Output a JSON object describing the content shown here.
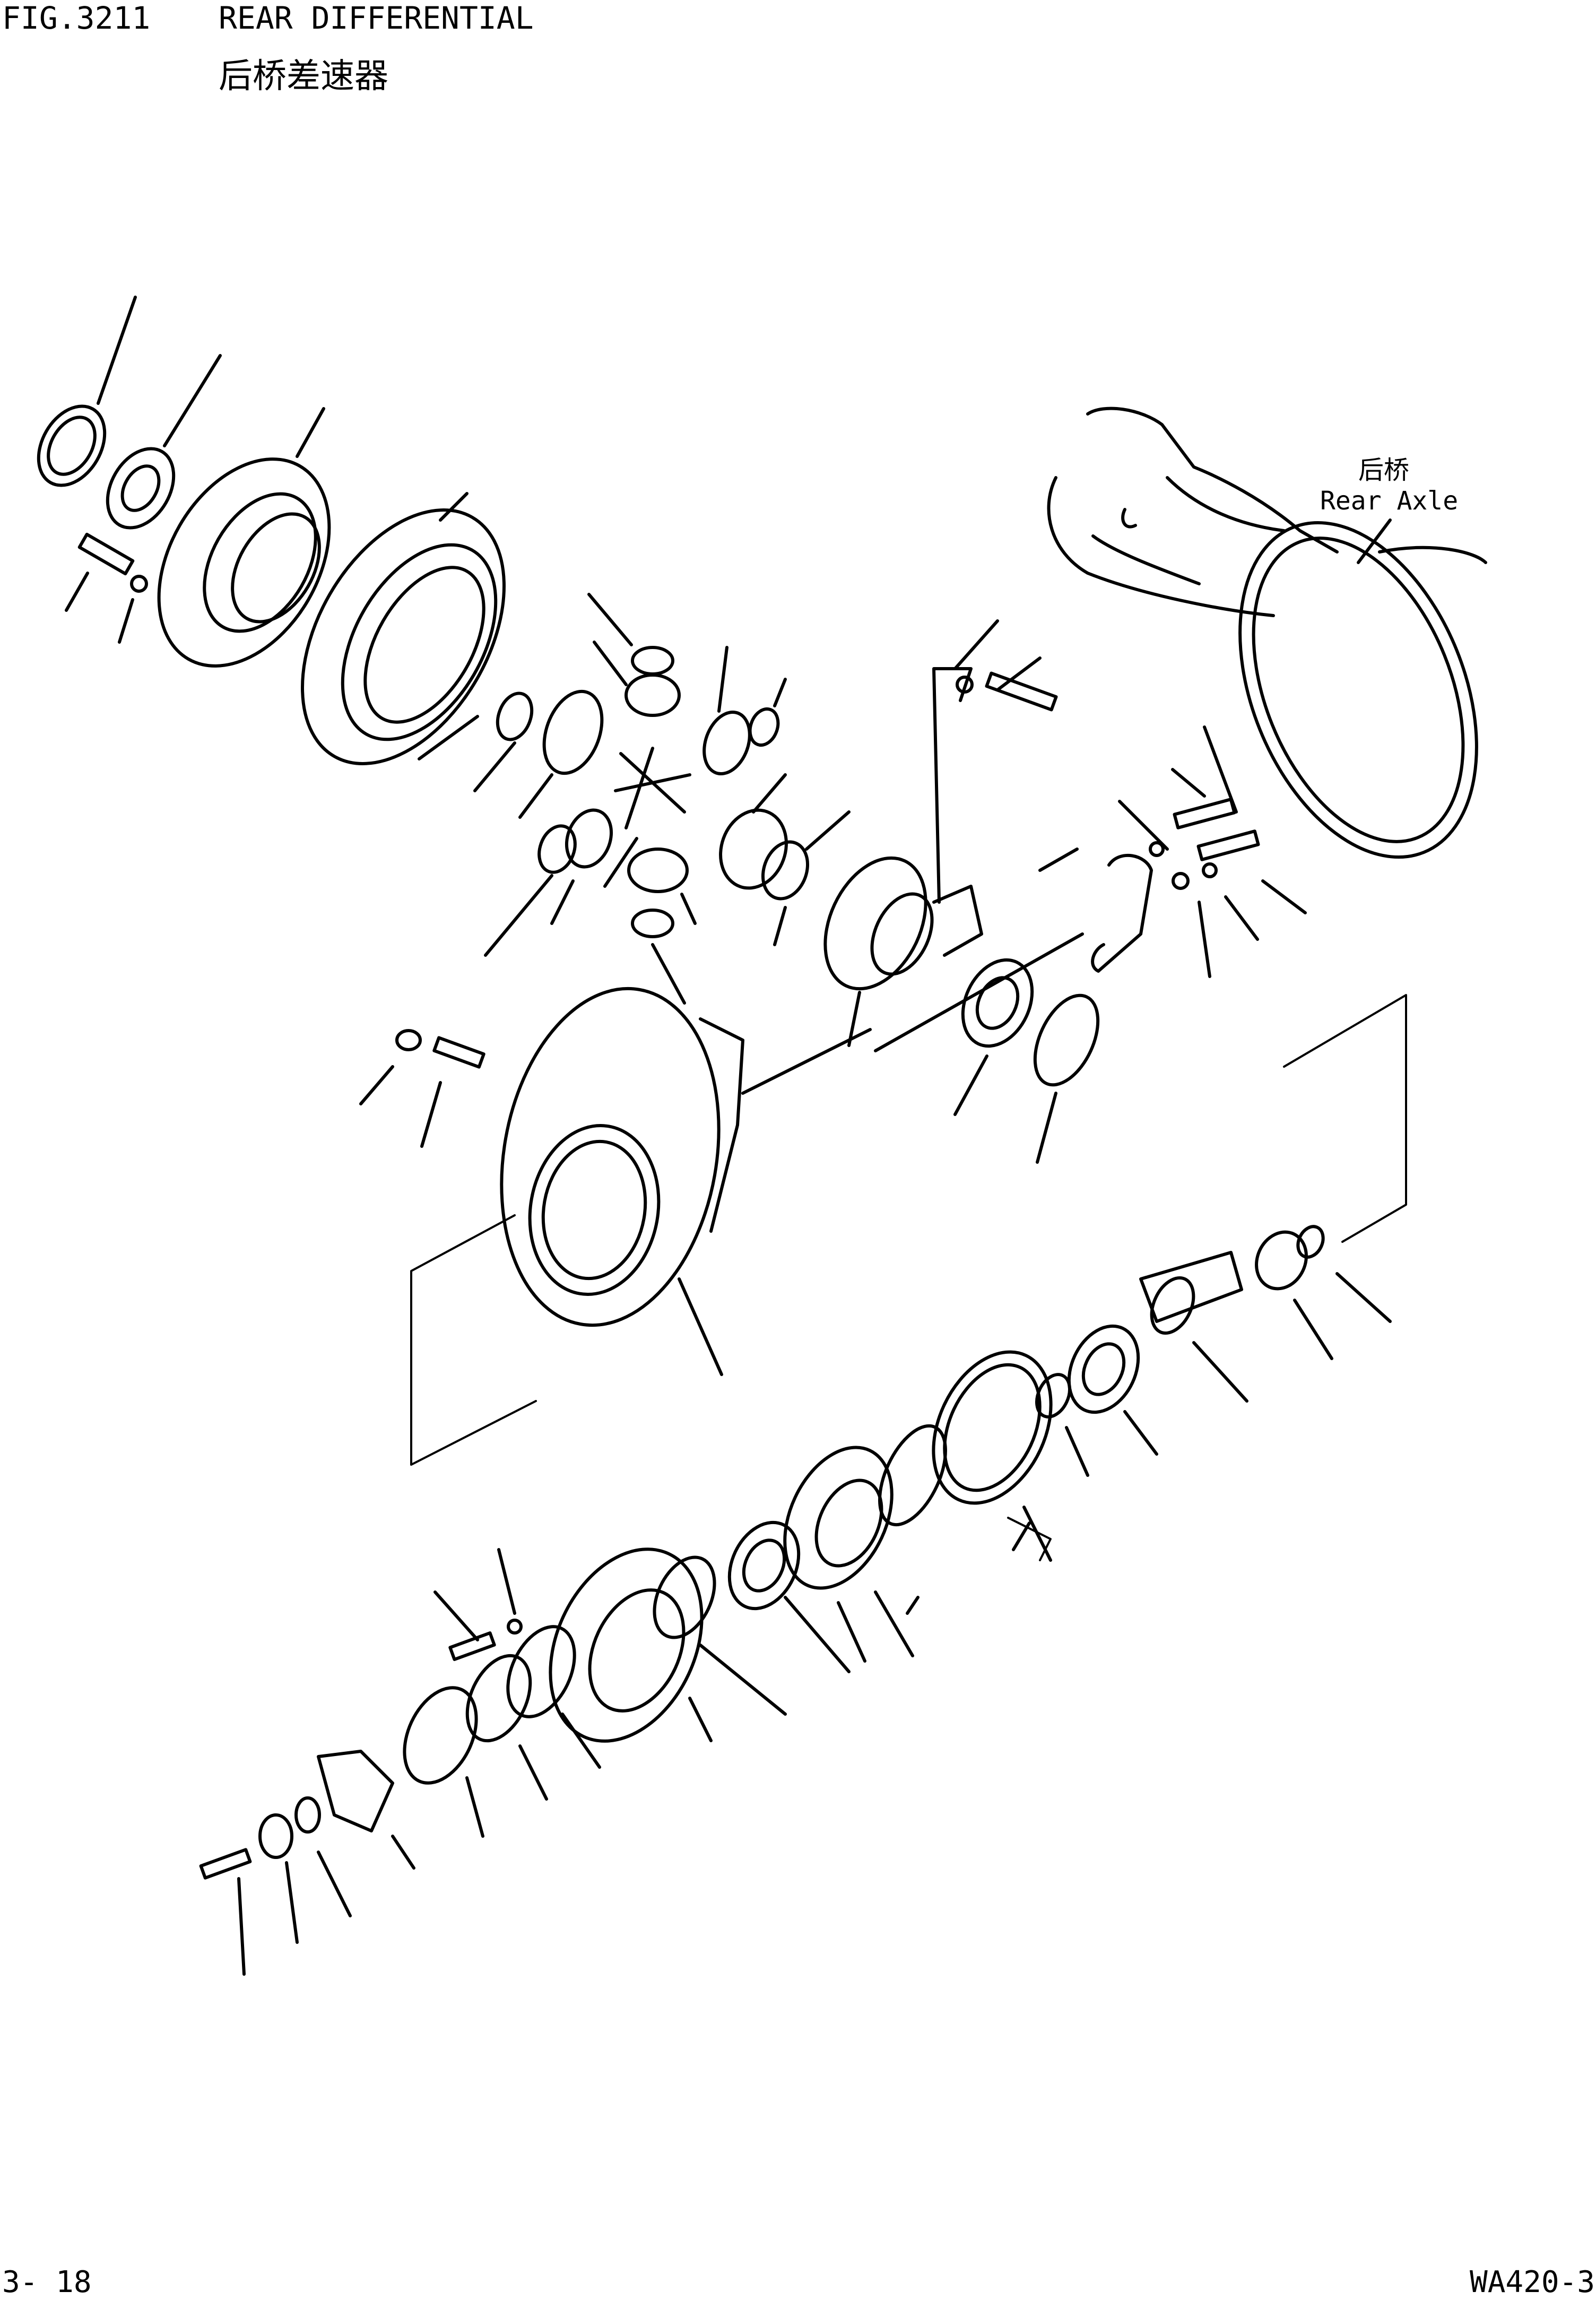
{
  "header": {
    "fig_number": "FIG.3211",
    "title_en": "REAR DIFFERENTIAL",
    "title_cn": "后桥差速器"
  },
  "callout": {
    "rear_axle_cn": "后桥",
    "rear_axle_en": "Rear Axle"
  },
  "footer": {
    "page": "3- 18",
    "model": "WA420-3"
  }
}
